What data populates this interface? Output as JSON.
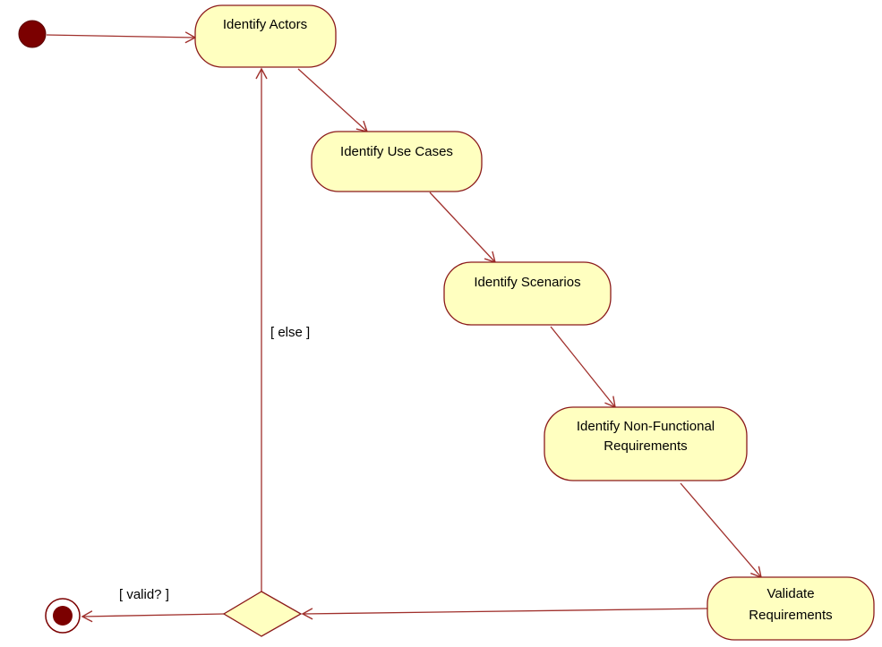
{
  "colors": {
    "activity_fill": "#ffffc0",
    "activity_stroke": "#8b1a1a",
    "edge_stroke": "#a0302c",
    "node_fill": "#7b0000",
    "decision_fill": "#ffffc0"
  },
  "activities": {
    "identify_actors": "Identify Actors",
    "identify_use_cases": "Identify Use Cases",
    "identify_scenarios": "Identify Scenarios",
    "identify_nfr_line1": "Identify Non-Functional",
    "identify_nfr_line2": "Requirements",
    "validate_line1": "Validate",
    "validate_line2": "Requirements"
  },
  "guards": {
    "else": "[ else ]",
    "valid": "[ valid? ]"
  }
}
